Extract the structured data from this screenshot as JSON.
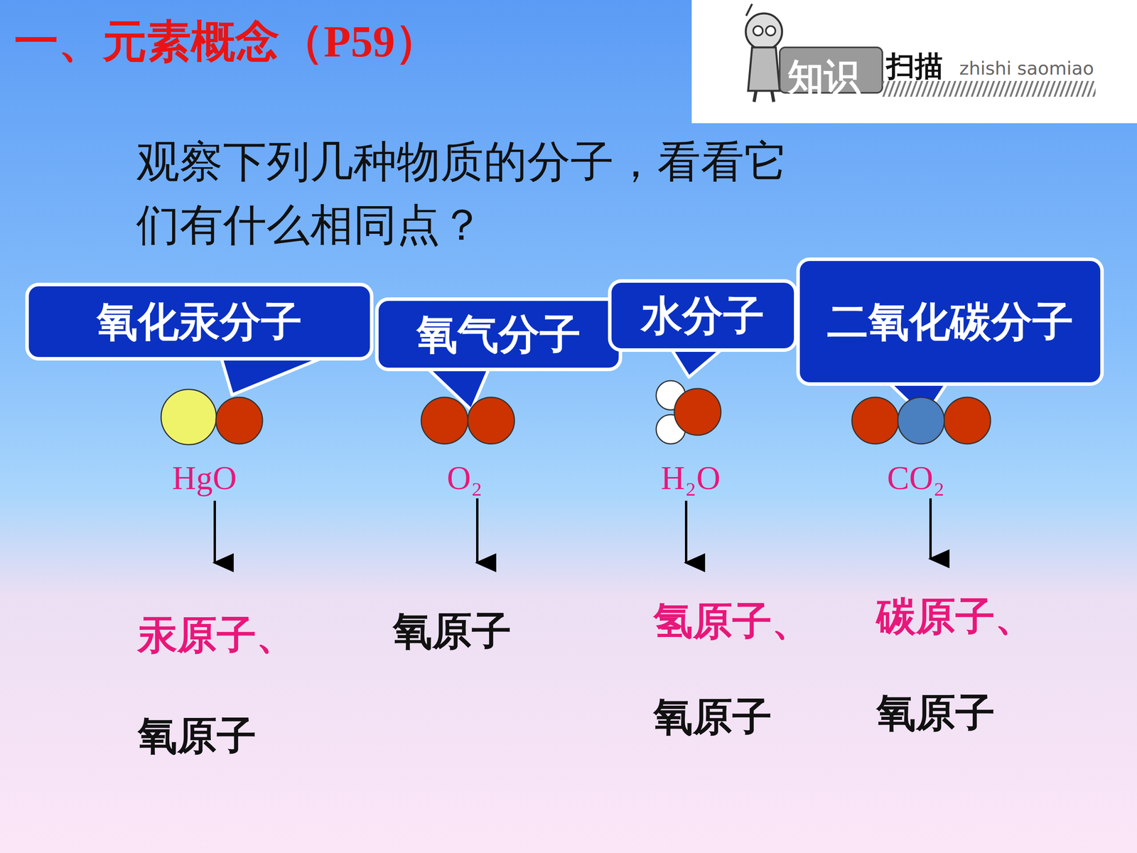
{
  "diagram": {
    "title": "一、元素概念（P59）",
    "nodes": [
      {
        "text": [
          "氧化汞分子"
        ]
      },
      {
        "text": [
          "氧气分子"
        ]
      },
      {
        "text": [
          "水分子"
        ]
      },
      {
        "text": [
          "二氧化碳分子"
        ]
      }
    ],
    "labels": [
      "知识",
      "扫描",
      "zhishi saomiao",
      "观察下列几种物质的分子，看看它们有什么相同点？",
      "HgO",
      "O₂",
      "H₂O",
      "CO₂",
      "汞原子、",
      "氧原子",
      "氧原子",
      "氢原子、",
      "氧原子",
      "碳原子、",
      "氧原子"
    ]
  }
}
